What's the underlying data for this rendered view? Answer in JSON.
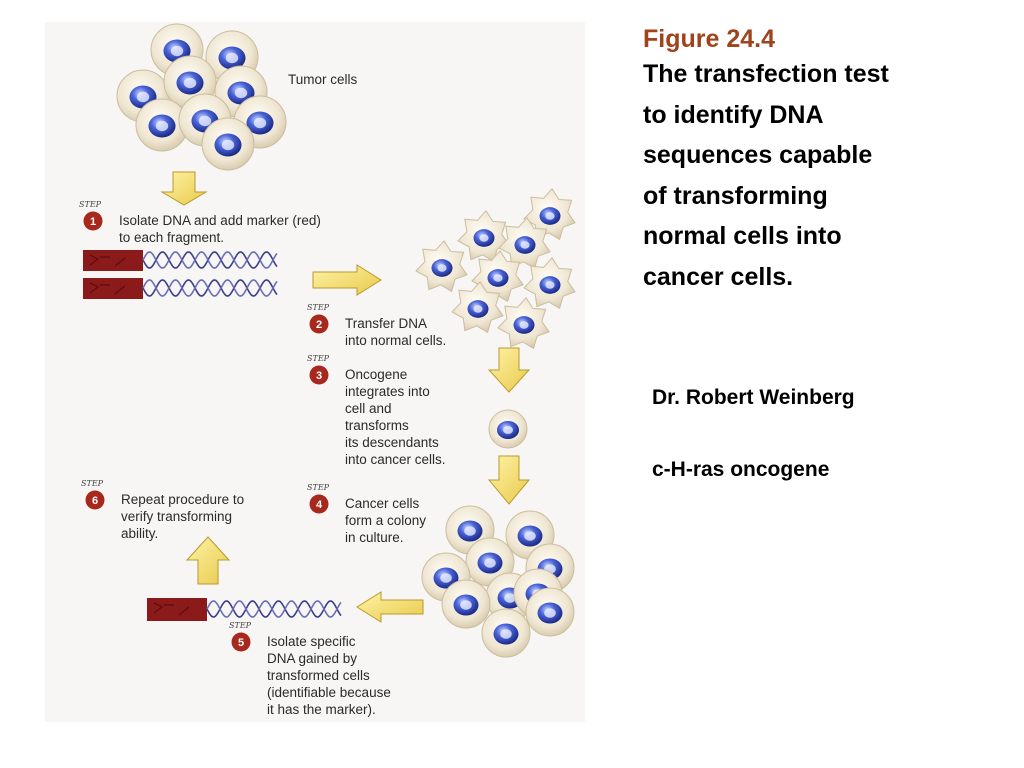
{
  "figure": {
    "tumor_label": "Tumor cells",
    "steps": [
      {
        "number": "1",
        "word": "STEP",
        "lines": [
          "Isolate DNA and add marker (red)",
          "to each fragment."
        ]
      },
      {
        "number": "2",
        "word": "STEP",
        "lines": [
          "Transfer DNA",
          "into normal cells."
        ]
      },
      {
        "number": "3",
        "word": "STEP",
        "lines": [
          "Oncogene",
          "integrates into",
          "cell and",
          "transforms",
          "its descendants",
          "into cancer cells."
        ]
      },
      {
        "number": "4",
        "word": "STEP",
        "lines": [
          "Cancer cells",
          "form a colony",
          "in culture."
        ]
      },
      {
        "number": "5",
        "word": "STEP",
        "lines": [
          "Isolate specific",
          "DNA gained by",
          "transformed cells",
          "(identifiable because",
          "it has the marker)."
        ]
      },
      {
        "number": "6",
        "word": "STEP",
        "lines": [
          "Repeat procedure to",
          "verify transforming",
          "ability."
        ]
      }
    ]
  },
  "caption": {
    "figure_number": "Figure 24.4",
    "title_lines": [
      "The transfection test",
      "to identify DNA",
      "sequences capable",
      "of transforming",
      "normal cells into",
      "cancer cells."
    ],
    "author": "Dr. Robert Weinberg",
    "gene": "c-H-ras oncogene"
  },
  "colors": {
    "marker_red": "#8b1a1a",
    "step_badge": "#a8281e",
    "arrow_fill": "#f2dc6a",
    "nucleus_blue": "#2e43b8",
    "caption_accent": "#a0421c"
  }
}
